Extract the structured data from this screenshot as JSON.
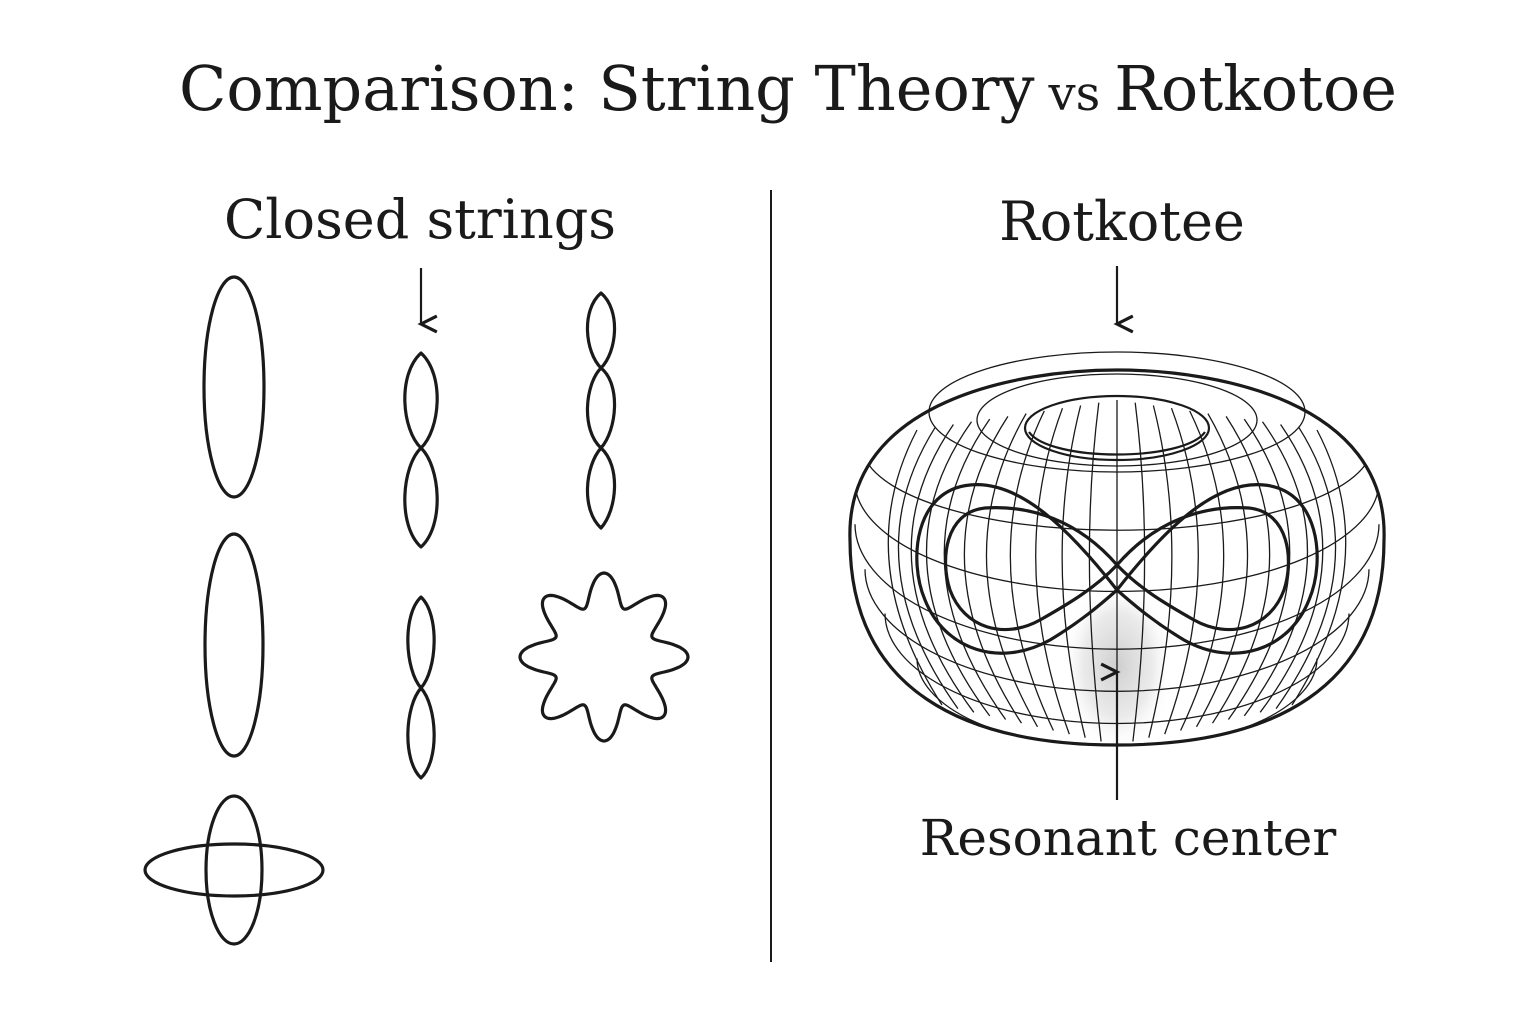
{
  "title": {
    "main": "Comparison: String Theory",
    "vs": "vs",
    "tail": "Rotkotoe"
  },
  "left_panel": {
    "heading": "Closed strings",
    "shapes": [
      {
        "name": "single-loop",
        "icon": "ellipse-icon"
      },
      {
        "name": "two-lobe-loop",
        "icon": "twisted-loop-icon"
      },
      {
        "name": "three-lobe-loop",
        "icon": "twisted-loop-icon"
      },
      {
        "name": "single-loop-lower",
        "icon": "ellipse-icon"
      },
      {
        "name": "two-lobe-loop-lower",
        "icon": "twisted-loop-icon"
      },
      {
        "name": "star-wave-loop",
        "icon": "wavy-star-icon"
      },
      {
        "name": "crossed-loops",
        "icon": "crossed-ellipses-icon"
      }
    ]
  },
  "right_panel": {
    "heading": "Rotkotee",
    "annotation": "Resonant center",
    "figure": {
      "icon": "torus-with-infinity-icon"
    }
  },
  "colors": {
    "ink": "#1a1a1a",
    "background": "#ffffff",
    "shading": "#bdbdbd"
  }
}
